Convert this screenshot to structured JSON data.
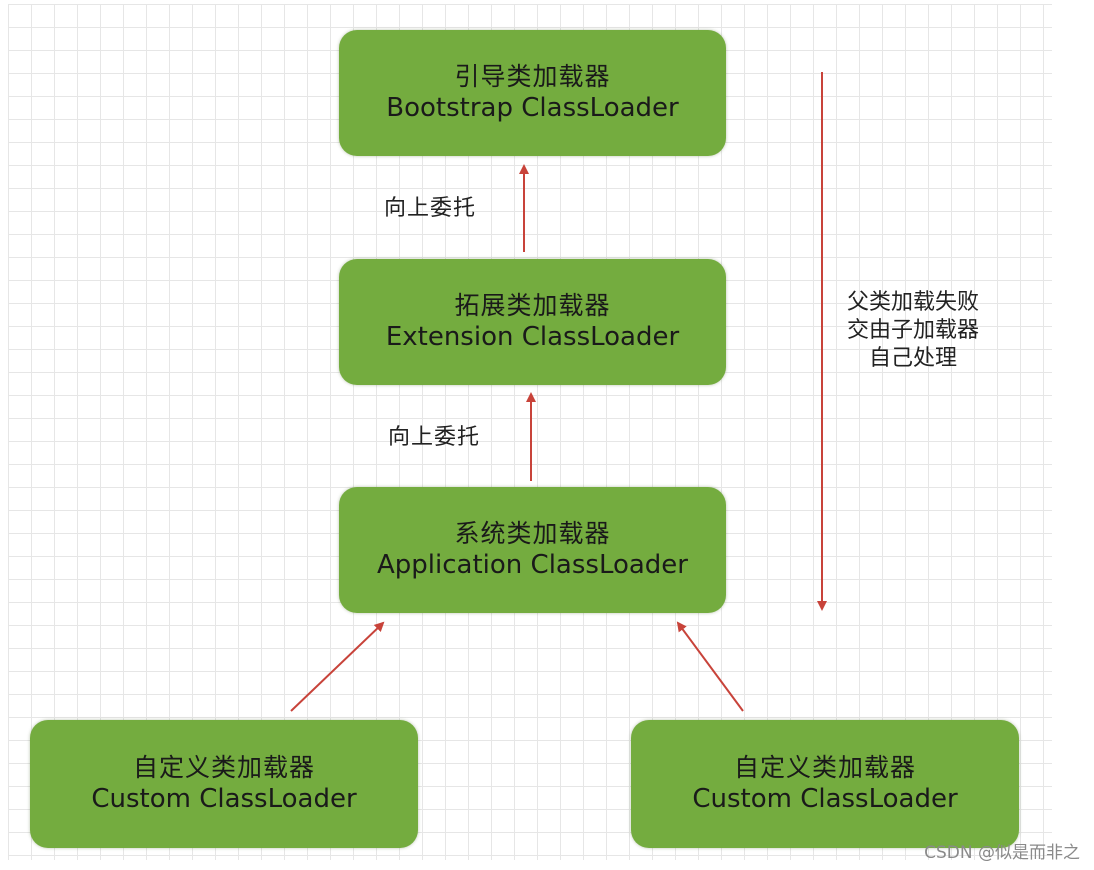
{
  "nodes": {
    "bootstrap": {
      "zh": "引导类加载器",
      "en": "Bootstrap ClassLoader"
    },
    "extension": {
      "zh": "拓展类加载器",
      "en": "Extension ClassLoader"
    },
    "application": {
      "zh": "系统类加载器",
      "en": "Application ClassLoader"
    },
    "custom_left": {
      "zh": "自定义类加载器",
      "en": "Custom ClassLoader"
    },
    "custom_right": {
      "zh": "自定义类加载器",
      "en": "Custom ClassLoader"
    }
  },
  "edge_labels": {
    "delegate_upper": "向上委托",
    "delegate_lower": "向上委托"
  },
  "side_note": {
    "line1": "父类加载失败",
    "line2": "交由子加载器",
    "line3": "自己处理"
  },
  "watermark": "CSDN @似是而非之",
  "colors": {
    "node_fill": "#74ac3f",
    "arrow": "#c0392b",
    "grid": "#e6e6e6"
  }
}
